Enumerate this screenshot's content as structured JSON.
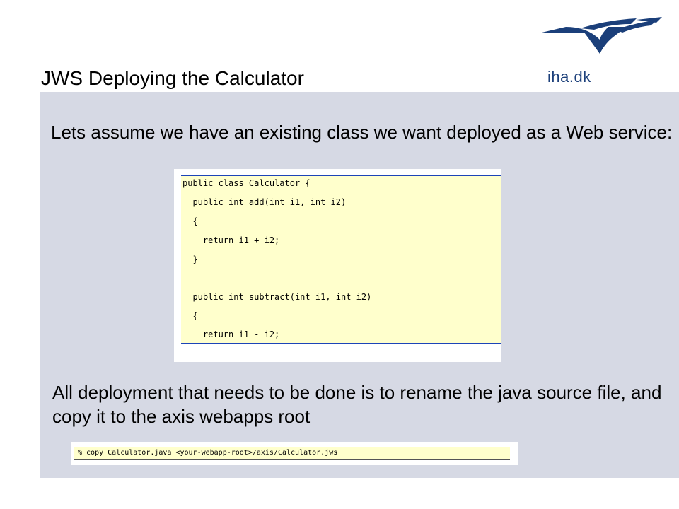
{
  "slide": {
    "title": "JWS Deploying the Calculator",
    "logo_text": "iha.dk",
    "paragraph_1": "Lets assume we have an existing class we want deployed as a Web service:",
    "paragraph_2": "All deployment that needs to be done is to rename the java source file, and copy it to the axis webapps root"
  },
  "code_listing": {
    "lines": [
      "public class Calculator {",
      "  public int add(int i1, int i2)",
      "  {",
      "    return i1 + i2;",
      "  }",
      "",
      "  public int subtract(int i1, int i2)",
      "  {",
      "    return i1 - i2;"
    ]
  },
  "command": {
    "text": "% copy Calculator.java <your-webapp-root>/axis/Calculator.jws"
  },
  "colors": {
    "panel": "#d6d9e4",
    "code_background": "#ffffcc",
    "code_rule": "#1c44b8",
    "logo_blue": "#1b3f7a"
  }
}
